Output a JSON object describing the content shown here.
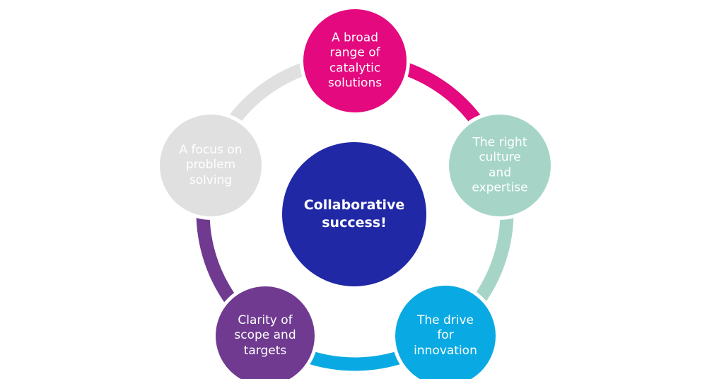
{
  "diagram": {
    "background_color": "#ffffff",
    "text_color": "#ffffff",
    "center_node": {
      "label": "Collaborative\nsuccess!",
      "color": "#2128a5"
    },
    "nodes": [
      {
        "id": "broad-range-catalytic-solutions",
        "label": "A broad\nrange of\ncatalytic\nsolutions",
        "color": "#e4097e",
        "position": "top"
      },
      {
        "id": "right-culture-and-expertise",
        "label": "The right\nculture\nand\nexpertise",
        "color": "#a6d5c8",
        "position": "right"
      },
      {
        "id": "drive-for-innovation",
        "label": "The drive\nfor\ninnovation",
        "color": "#09aae3",
        "position": "bottom-right"
      },
      {
        "id": "clarity-of-scope-and-targets",
        "label": "Clarity of\nscope and\ntargets",
        "color": "#6f3a90",
        "position": "bottom-left"
      },
      {
        "id": "focus-on-problem-solving",
        "label": "A focus on\nproblem\nsolving",
        "color": "#e0e0e0",
        "position": "left"
      }
    ]
  }
}
